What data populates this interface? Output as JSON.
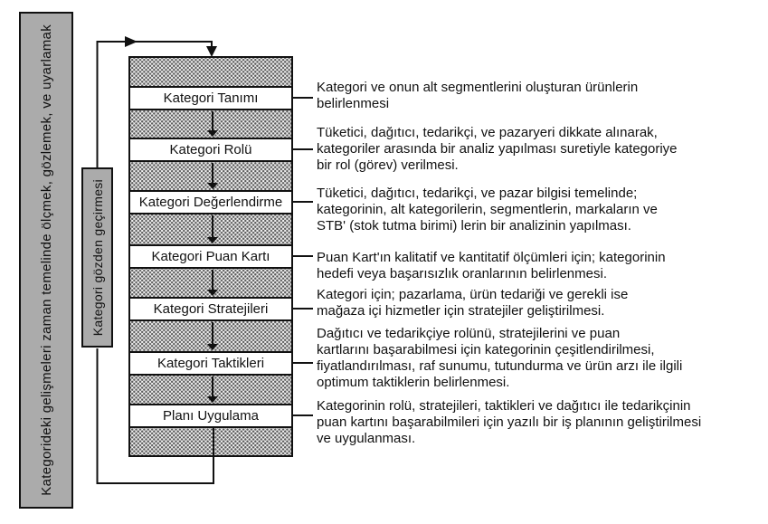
{
  "diagram": {
    "left_bars": {
      "outer_label": "Kategorideki gelişmeleri zaman temelinde ölçmek, gözlemek, ve uyarlamak",
      "inner_label": "Kategori gözden geçirmesi"
    },
    "flow": {
      "steps": [
        {
          "label": "Kategori Tanımı"
        },
        {
          "label": "Kategori Rolü"
        },
        {
          "label": "Kategori Değerlendirme"
        },
        {
          "label": "Kategori Puan Kartı"
        },
        {
          "label": "Kategori Stratejileri"
        },
        {
          "label": "Kategori Taktikleri"
        },
        {
          "label": "Planı Uygulama"
        }
      ]
    },
    "annotations": [
      {
        "lines": [
          "Kategori ve onun alt segmentlerini oluşturan ürünlerin",
          "belirlenmesi"
        ]
      },
      {
        "lines": [
          "Tüketici, dağıtıcı, tedarikçi, ve pazaryeri dikkate alınarak,",
          "kategoriler arasında bir analiz yapılması suretiyle kategoriye",
          "bir rol (görev) verilmesi."
        ]
      },
      {
        "lines": [
          "Tüketici, dağıtıcı, tedarikçi, ve pazar bilgisi temelinde;",
          "kategorinin, alt kategorilerin, segmentlerin, markaların ve",
          "STB' (stok tutma birimi) lerin bir analizinin yapılması."
        ]
      },
      {
        "lines": [
          "Puan Kart'ın kalitatif ve kantitatif ölçümleri için; kategorinin",
          "hedefi veya başarısızlık oranlarının belirlenmesi."
        ]
      },
      {
        "lines": [
          "Kategori için; pazarlama, ürün tedariği ve gerekli ise",
          "mağaza içi hizmetler için stratejiler geliştirilmesi."
        ]
      },
      {
        "lines": [
          "Dağıtıcı ve tedarikçiye rolünü, stratejilerini ve puan",
          "kartlarını başarabilmesi için kategorinin çeşitlendirilmesi,",
          "fiyatlandırılması, raf sunumu, tutundurma ve ürün arzı ile ilgili",
          "optimum taktiklerin belirlenmesi."
        ]
      },
      {
        "lines": [
          "Kategorinin rolü, stratejileri, taktikleri ve dağıtıcı ile tedarikçinin",
          "puan kartını başarabilmileri için yazılı bir iş planının geliştirilmesi",
          "ve uygulanması."
        ]
      }
    ],
    "colors": {
      "bar_fill": "#ababab",
      "line": "#111111",
      "box_fill": "#ffffff",
      "stipple_dot": "#5a5a5a"
    }
  }
}
